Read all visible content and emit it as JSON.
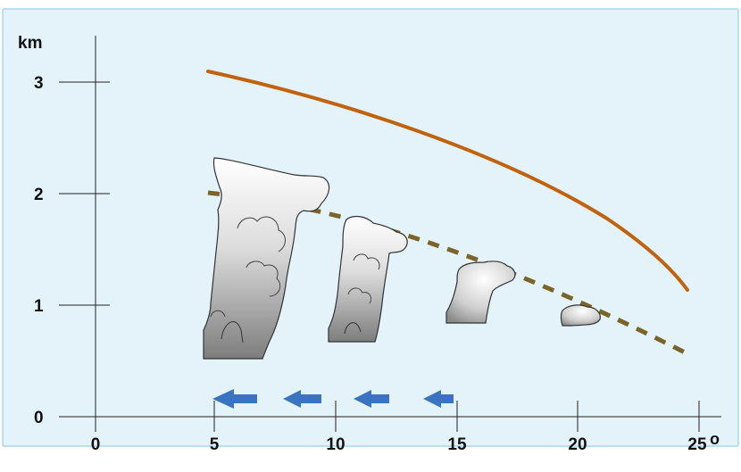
{
  "y_axis": {
    "unit": "km",
    "ticks": [
      "0",
      "1",
      "2",
      "3"
    ]
  },
  "x_axis": {
    "ticks": [
      "0",
      "5",
      "10",
      "15",
      "20",
      "25"
    ],
    "degree_symbol": "o"
  },
  "colors": {
    "background": "#e3f3f9",
    "frame": "#a9d6ea",
    "solid_curve": "#c0620e",
    "dashed_line": "#7a6428",
    "arrow": "#3a73c2",
    "cloud_outline": "#333333"
  },
  "clouds": [
    {
      "name": "large-anvil-cloud"
    },
    {
      "name": "medium-cloud"
    },
    {
      "name": "small-cloud"
    },
    {
      "name": "tiny-cloud"
    }
  ],
  "arrows": [
    {
      "name": "arrow-1",
      "direction": "left"
    },
    {
      "name": "arrow-2",
      "direction": "left"
    },
    {
      "name": "arrow-3",
      "direction": "left"
    },
    {
      "name": "arrow-4",
      "direction": "left"
    }
  ]
}
